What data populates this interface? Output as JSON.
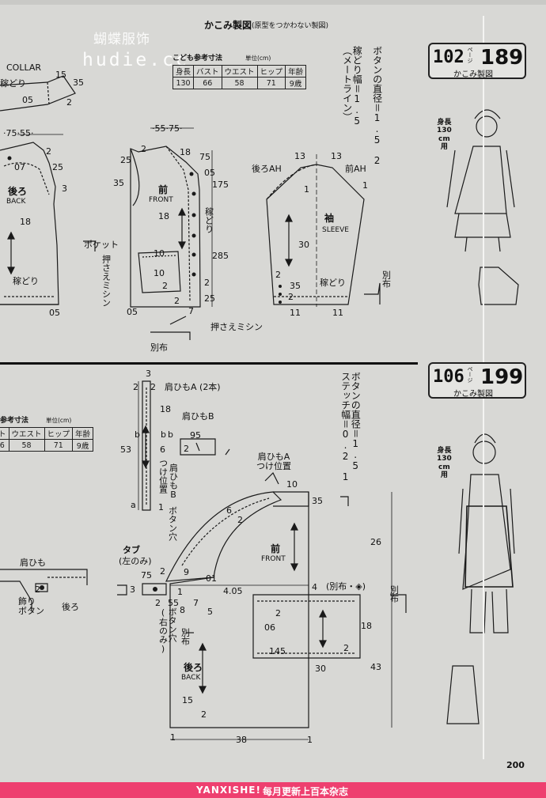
{
  "watermark": {
    "chinese": "蝴蝶服饰",
    "site": "hudie.cc"
  },
  "header": {
    "title": "かこみ製図",
    "subtitle": "(原型をつかわない製図)"
  },
  "size_table_top": {
    "title": "こども参考寸法",
    "unit": "単位(cm)",
    "headers": [
      "身長",
      "バスト",
      "ウエスト",
      "ヒップ",
      "年齢"
    ],
    "values": [
      "130",
      "66",
      "58",
      "71",
      "9歳"
    ]
  },
  "size_table_bottom": {
    "title": "参考寸法",
    "unit": "単位(cm)",
    "headers": [
      "ト",
      "ウエスト",
      "ヒップ",
      "年齢"
    ],
    "values": [
      "6",
      "58",
      "71",
      "9歳"
    ]
  },
  "section1": {
    "badge_page": "102",
    "badge_page_suffix": "ページ",
    "badge_num": "189",
    "badge_caption": "かこみ製図",
    "model_height": "身長\n130\ncm\n用",
    "notes": "ボタンの直径＝1.5　2",
    "notes2": "稼どり幅＝1.5\n（メートライン）",
    "labels": {
      "collar": "COLLAR",
      "hemdori": "稼どり",
      "back_jp": "後ろ",
      "back_en": "BACK",
      "front_jp": "前",
      "front_en": "FRONT",
      "sleeve_jp": "袖",
      "sleeve_en": "SLEEVE",
      "back_ah": "後ろAH",
      "front_ah": "前AH",
      "pocket": "ポケット",
      "osaesa": "押さえミシン",
      "betsununo": "別布",
      "hemdori2": "稼どり"
    }
  },
  "section2": {
    "badge_page": "106",
    "badge_page_suffix": "ページ",
    "badge_num": "199",
    "badge_caption": "かこみ製図",
    "model_height": "身長\n130\ncm\n用",
    "notes": "ボタンの直径＝1.5\nステッチ幅＝0.2　1",
    "labels": {
      "strap_a": "肩ひもA (2本)",
      "strap_b": "肩ひもB",
      "strap_b_pos": "つけ位置",
      "strap_b_pos2": "肩ひもB",
      "button_hole": "ボタン穴",
      "tab": "タブ",
      "tab_sub": "(左のみ)",
      "front_jp": "前",
      "front_en": "FRONT",
      "back_jp": "後ろ",
      "back_en": "BACK",
      "strap_a_pos": "肩ひもA\nつけ位置",
      "betsununo": "別布",
      "betsununo_dia": "(別布・◈)",
      "button_hole2": "ボタン穴\n(右のみ)",
      "shoulder_strap": "肩ひも",
      "deco_button": "飾り\nボタン",
      "back_small": "後ろ"
    }
  },
  "footer": {
    "brand": "YANXISHE!",
    "text": "每月更新上百本杂志"
  },
  "page_number": "200"
}
